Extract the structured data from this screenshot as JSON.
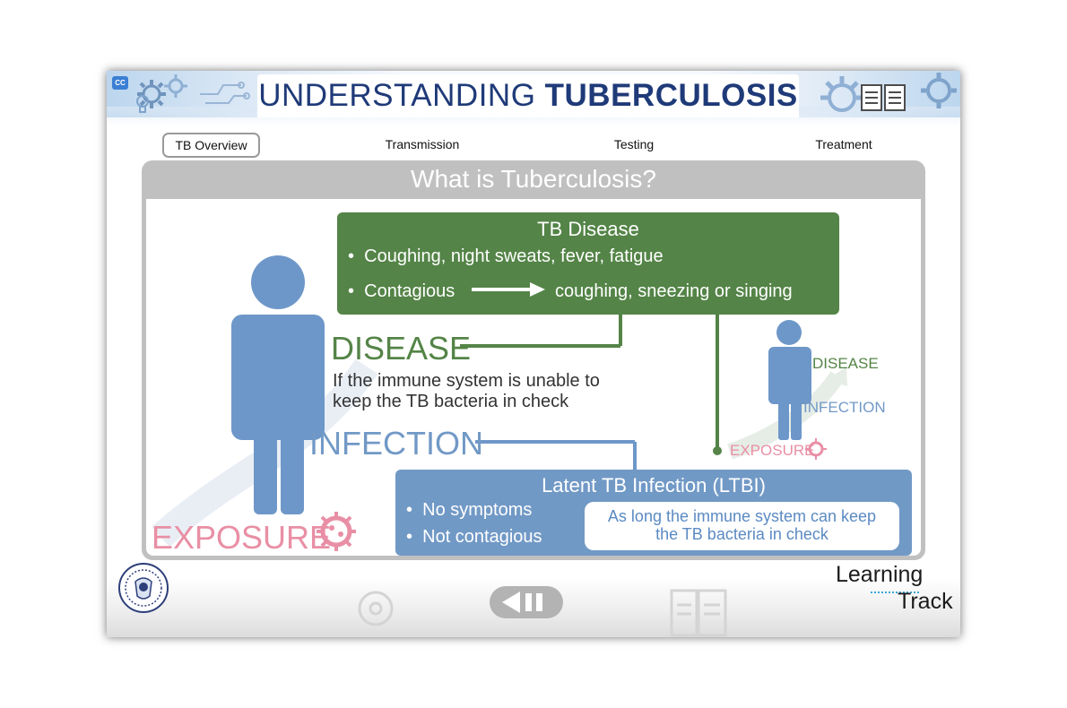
{
  "header": {
    "title_light": "UNDERSTANDING",
    "title_bold": "TUBERCULOSIS",
    "cc_label": "CC"
  },
  "tabs": [
    {
      "label": "TB Overview",
      "active": true
    },
    {
      "label": "Transmission",
      "active": false
    },
    {
      "label": "Testing",
      "active": false
    },
    {
      "label": "Treatment",
      "active": false
    }
  ],
  "panel": {
    "title": "What is Tuberculosis?"
  },
  "disease_box": {
    "title": "TB Disease",
    "bullet1": "Coughing, night sweats, fever, fatigue",
    "bullet2_left": "Contagious",
    "bullet2_right": "coughing, sneezing or singing"
  },
  "ltbi_box": {
    "title": "Latent TB Infection (LTBI)",
    "bullet1": "No symptoms",
    "bullet2": "Not contagious",
    "callout_line1": "As long the immune system can keep",
    "callout_line2": "the TB bacteria in check"
  },
  "stages": {
    "disease": "DISEASE",
    "infection": "INFECTION",
    "exposure": "EXPOSURE",
    "disease_desc_line1": "If the immune system is unable to",
    "disease_desc_line2": "keep the TB bacteria in check"
  },
  "mini_stages": {
    "disease": "DISEASE",
    "infection": "INFECTION",
    "exposure": "EXPOSURE"
  },
  "logo": {
    "learning": "Learning",
    "track": "Track"
  },
  "colors": {
    "green": "#548447",
    "blue": "#7199c6",
    "pink": "#e98fa5",
    "figure_blue": "#6e97c9",
    "title_navy": "#1f3a78"
  },
  "icons": {
    "cc": "cc-icon",
    "gear": "gear-icon",
    "book": "book-icon",
    "virus": "virus-icon",
    "play_pause": "play-pause-icon",
    "seal": "department-seal-icon"
  }
}
